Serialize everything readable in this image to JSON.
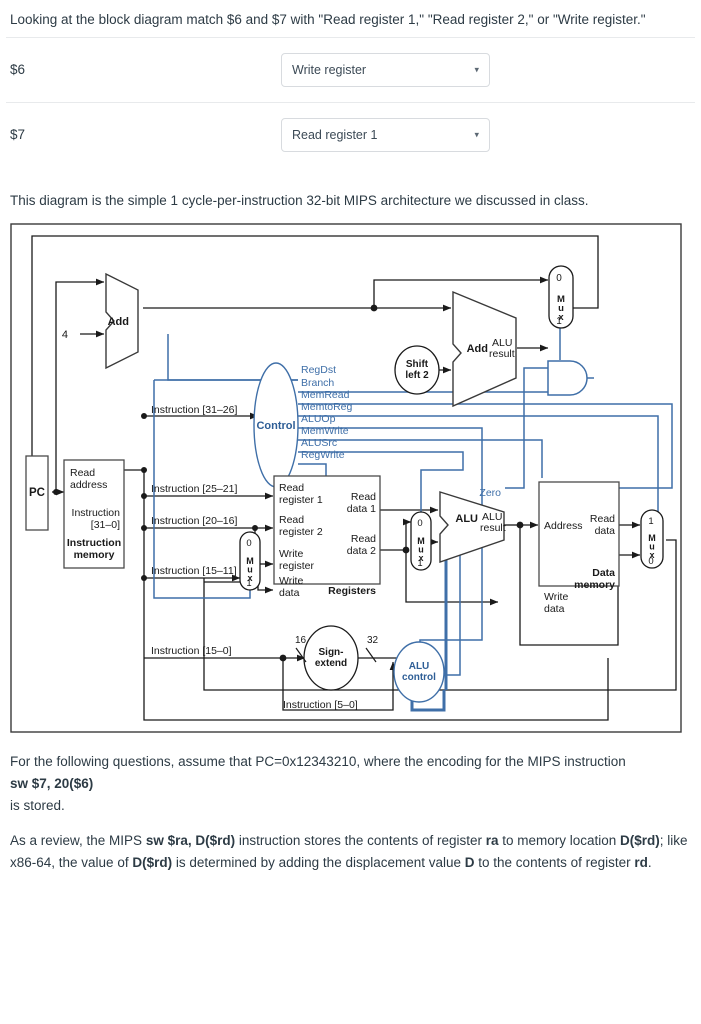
{
  "question": {
    "prompt": "Looking at the block diagram match $6 and $7 with \"Read register 1,\" \"Read register 2,\" or \"Write register.\"",
    "rows": [
      {
        "label": "$6",
        "selected": "Write register",
        "options": [
          "Read register 1",
          "Read register 2",
          "Write register"
        ]
      },
      {
        "label": "$7",
        "selected": "Read register 1",
        "options": [
          "Read register 1",
          "Read register 2",
          "Write register"
        ]
      }
    ],
    "caret": "▾"
  },
  "intro": "This diagram is the simple 1 cycle-per-instruction 32-bit MIPS architecture we discussed in class.",
  "diagram": {
    "colors": {
      "black": "#1a1a1a",
      "blue": "#3f6fa8",
      "control_blue": "#2e5e96"
    },
    "labels": {
      "pc": "PC",
      "four": "4",
      "add_top": "Add",
      "add_branch": "Add",
      "alu_result_top": "ALU\nresult",
      "shift_left_2": "Shift\nleft 2",
      "control": "Control",
      "alu": "ALU",
      "alu_result": "ALU\nresult",
      "zero": "Zero",
      "alu_control": "ALU\ncontrol",
      "sign_extend": "Sign-\nextend",
      "registers": "Registers",
      "data_memory": "Data\nmemory",
      "instruction_memory": "Instruction\nmemory",
      "read_address": "Read\naddress",
      "instruction_31_0": "Instruction\n[31–0]",
      "read_register_1": "Read\nregister 1",
      "read_register_2": "Read\nregister 2",
      "write_register": "Write\nregister",
      "write_data_reg": "Write\ndata",
      "read_data_1": "Read\ndata 1",
      "read_data_2": "Read\ndata 2",
      "address": "Address",
      "read_data_mem": "Read\ndata",
      "write_data_mem": "Write\ndata",
      "mux": "Mux",
      "sixteen": "16",
      "thirtytwo": "32",
      "zero_digit": "0",
      "one_digit": "1"
    },
    "control_signals": [
      "RegDst",
      "Branch",
      "MemRead",
      "MemtoReg",
      "ALUOp",
      "MemWrite",
      "ALUSrc",
      "RegWrite"
    ],
    "instruction_buses": [
      "Instruction [31–26]",
      "Instruction [25–21]",
      "Instruction [20–16]",
      "Instruction [15–11]",
      "Instruction [15–0]",
      "Instruction [5–0]"
    ]
  },
  "tail": {
    "para1_a": "For the following questions, assume that PC=0x12343210, where the encoding for the MIPS instruction",
    "instruction": "sw $7, 20($6)",
    "para1_b": "is stored.",
    "para2_pre": "As a review, the MIPS ",
    "para2_b1": "sw $ra, D($rd)",
    "para2_mid1": " instruction stores the contents of register ",
    "para2_b2": "ra",
    "para2_mid2": " to memory location ",
    "para2_b3": "D($rd)",
    "para2_mid3": "; like x86-64, the value of ",
    "para2_b4": "D($rd)",
    "para2_mid4": " is determined by adding the displacement value ",
    "para2_b5": "D",
    "para2_mid5": " to the contents of register ",
    "para2_b6": "rd",
    "para2_end": "."
  }
}
